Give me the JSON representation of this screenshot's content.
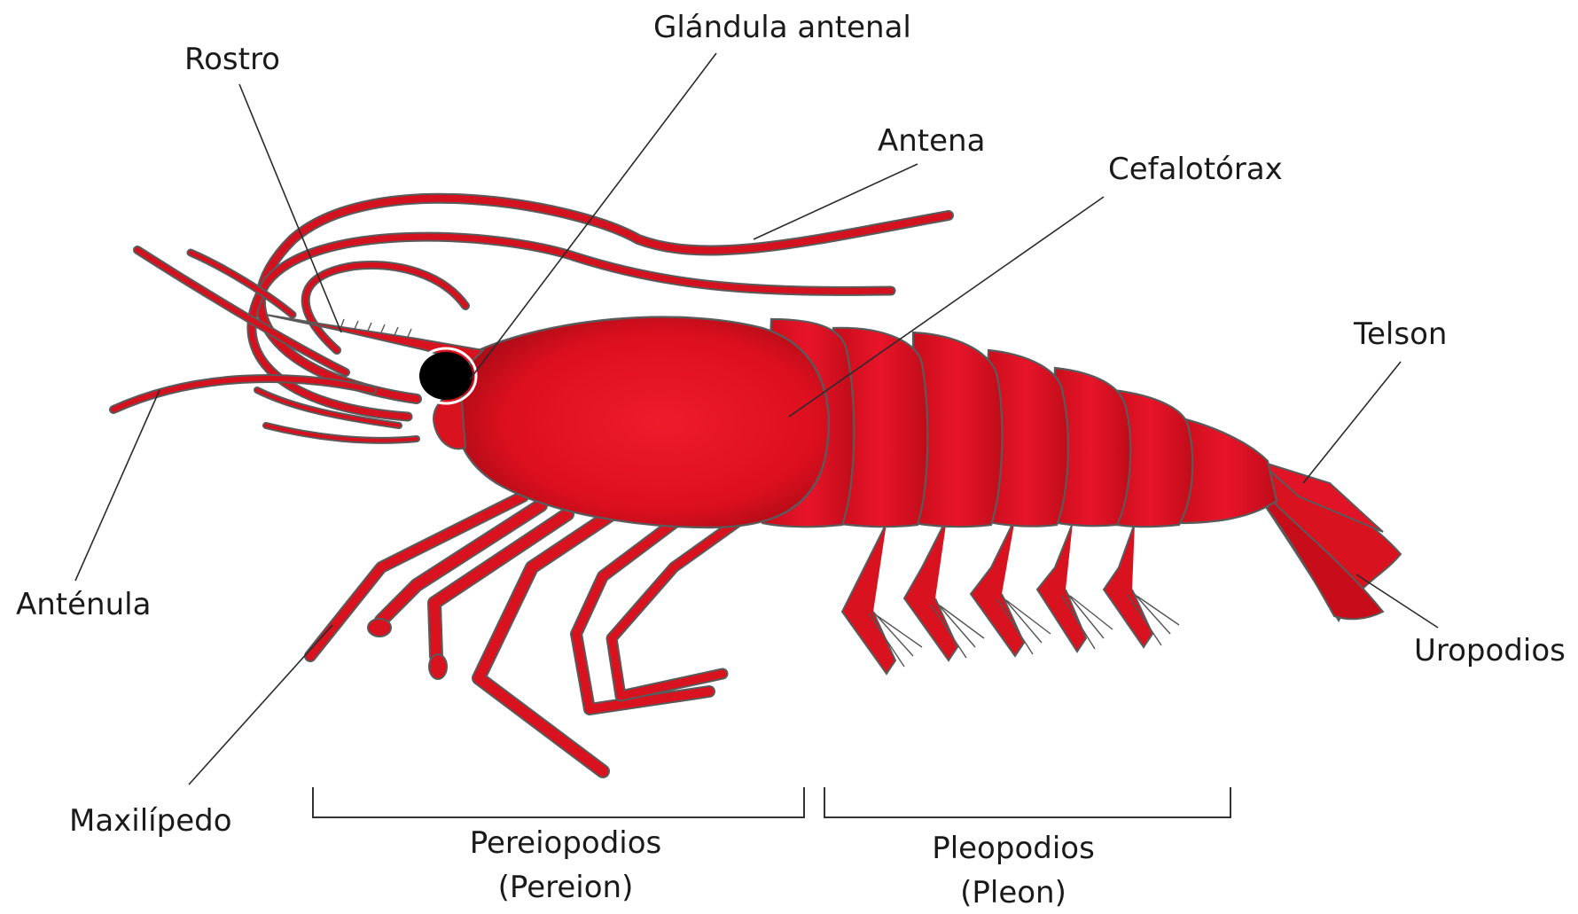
{
  "labels": {
    "rostro": "Rostro",
    "glandula_antenal": "Glándula antenal",
    "antena": "Antena",
    "cefalotorax": "Cefalotórax",
    "telson": "Telson",
    "antenula": "Anténula",
    "uropodios": "Uropodios",
    "maxilipedo": "Maxilípedo",
    "pereiopodios": "Pereiopodios",
    "pereion": "(Pereion)",
    "pleopodios": "Pleopodios",
    "pleon": "(Pleon)"
  },
  "colors": {
    "body_red": "#e0101e",
    "body_dark": "#b00c18",
    "outline": "#5a5a5a",
    "eye": "#000000",
    "text": "#1a1a1a"
  }
}
